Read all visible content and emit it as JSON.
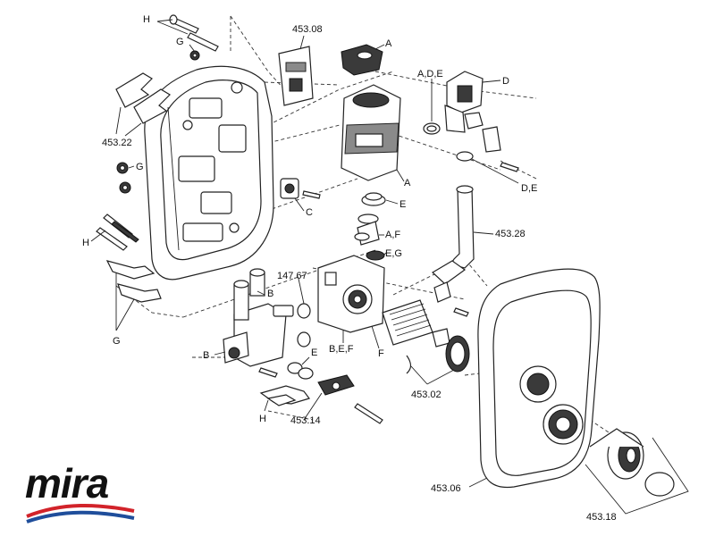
{
  "brand": {
    "logo_text": "mira",
    "colors": {
      "logo": "#111111",
      "swoosh_red": "#d2232a",
      "swoosh_blue": "#1f4e9b"
    }
  },
  "labels": {
    "cover_fixing_screws": "H",
    "cover_fixing_washers": "G",
    "pcb": "453.08",
    "pump_top": "A",
    "pump_body": "A",
    "valve_seals": "A,D,E",
    "solenoid_valve": "D",
    "solenoid_clips": "D,E",
    "cover_clips": "453.22",
    "cover_grommets": "G",
    "switch_assembly": "C",
    "seal_e": "E",
    "seal_af": "A,F",
    "seal_eg": "E,G",
    "pipe_assembly": "453.28",
    "backplate_screws": "H",
    "filter": "147.67",
    "inlet_b_right": "B",
    "inlet_b_left": "B",
    "ring_e": "E",
    "outlet_bef": "B,E,F",
    "cartridge_f": "F",
    "wall_clips": "G",
    "cartridge": "453.02",
    "bracket_h": "H",
    "inlet_bracket": "453.14",
    "front_cover": "453.06",
    "control_knob": "453.18"
  }
}
